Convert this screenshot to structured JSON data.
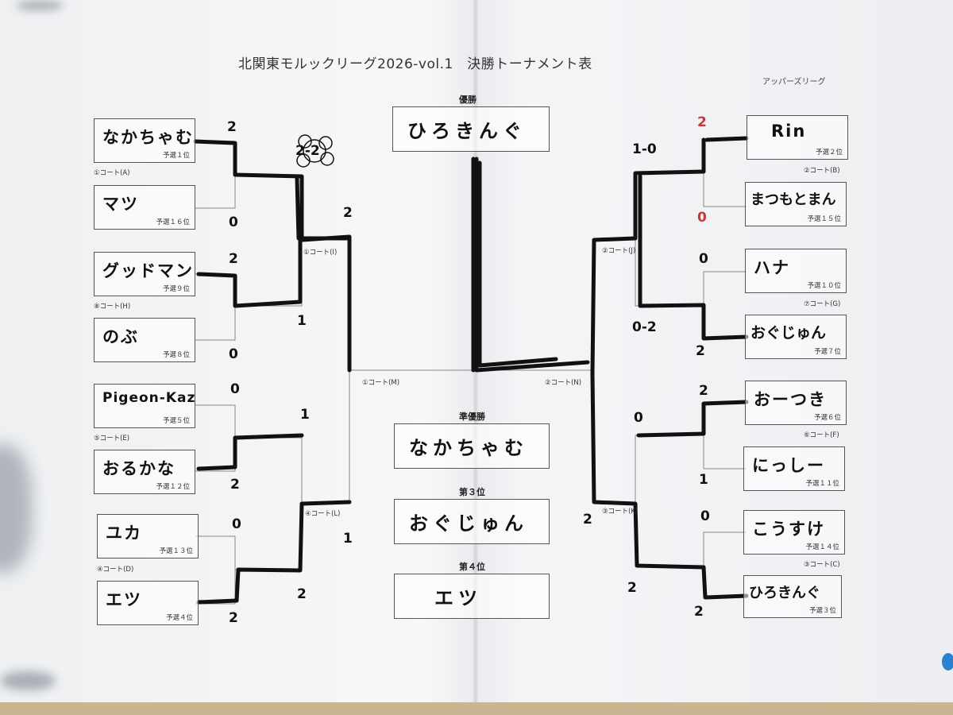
{
  "header": {
    "title": "北関東モルックリーグ2026-vol.1　決勝トーナメント表",
    "league": "アッパーズリーグ"
  },
  "results": {
    "champion_label": "優勝",
    "champion": "ひろきんぐ",
    "runner_up_label": "準優勝",
    "runner_up": "なかちゃむ",
    "third_label": "第３位",
    "third": "おぐじゅん",
    "fourth_label": "第４位",
    "fourth": "エツ"
  },
  "left_players": [
    {
      "name": "なかちゃむ",
      "seed": "予選１位",
      "score": "2"
    },
    {
      "name": "マツ",
      "seed": "予選１６位",
      "score": "0"
    },
    {
      "name": "グッドマン",
      "seed": "予選９位",
      "score": "2"
    },
    {
      "name": "のぶ",
      "seed": "予選８位",
      "score": "0"
    },
    {
      "name": "Pigeon-Kaz",
      "seed": "予選５位",
      "score": "0"
    },
    {
      "name": "おるかな",
      "seed": "予選１２位",
      "score": "2"
    },
    {
      "name": "ユカ",
      "seed": "予選１３位",
      "score": "0"
    },
    {
      "name": "エツ",
      "seed": "予選４位",
      "score": "2"
    }
  ],
  "right_players": [
    {
      "name": "Rin",
      "seed": "予選２位",
      "score": "2"
    },
    {
      "name": "まつもとまん",
      "seed": "予選１５位",
      "score": "0"
    },
    {
      "name": "ハナ",
      "seed": "予選１０位",
      "score": "0"
    },
    {
      "name": "おぐじゅん",
      "seed": "予選７位",
      "score": "2"
    },
    {
      "name": "おーつき",
      "seed": "予選６位",
      "score": "2"
    },
    {
      "name": "にっしー",
      "seed": "予選１１位",
      "score": "1"
    },
    {
      "name": "こうすけ",
      "seed": "予選１４位",
      "score": "0"
    },
    {
      "name": "ひろきんぐ",
      "seed": "予選３位",
      "score": "2"
    }
  ],
  "courts": {
    "A": "①コート(A)",
    "H": "⑧コート(H)",
    "E": "⑤コート(E)",
    "D": "④コート(D)",
    "B": "②コート(B)",
    "G": "⑦コート(G)",
    "F": "⑥コート(F)",
    "C": "③コート(C)",
    "I": "①コート(I)",
    "L": "④コート(L)",
    "J": "②コート(J)",
    "K": "③コート(K)",
    "M": "①コート(M)",
    "N": "②コート(N)"
  },
  "scores": {
    "qf_left_top_a": "2-2",
    "qf_left_top_b": "2",
    "qf_left_top_c": "1",
    "qf_left_bot_a": "1",
    "qf_left_bot_b": "2",
    "semi_left": "1",
    "qf_right_top_a": "1-0",
    "qf_right_top_b": "0-2",
    "qf_right_bot_a": "0",
    "qf_right_bot_b": "2",
    "semi_right": "2"
  }
}
